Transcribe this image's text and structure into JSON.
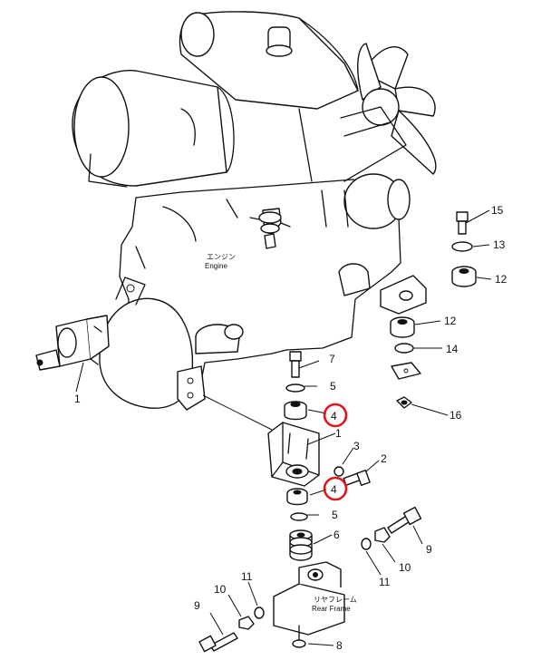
{
  "labels": {
    "engine_jp": "エンジン",
    "engine_en": "Engine",
    "rear_frame_jp": "リヤフレーム",
    "rear_frame_en": "Rear Frame"
  },
  "callouts": {
    "c1_left": "1",
    "c1_bracket": "1",
    "c2": "2",
    "c3": "3",
    "c4_upper": "4",
    "c4_lower": "4",
    "c5_upper": "5",
    "c5_lower": "5",
    "c6": "6",
    "c7": "7",
    "c8": "8",
    "c9_left": "9",
    "c9_right": "9",
    "c10_left": "10",
    "c10_right": "10",
    "c11_left": "11",
    "c11_right": "11",
    "c12_upper": "12",
    "c12_lower": "12",
    "c13": "13",
    "c14": "14",
    "c15": "15",
    "c16": "16"
  },
  "highlight_color": "#e0141c"
}
